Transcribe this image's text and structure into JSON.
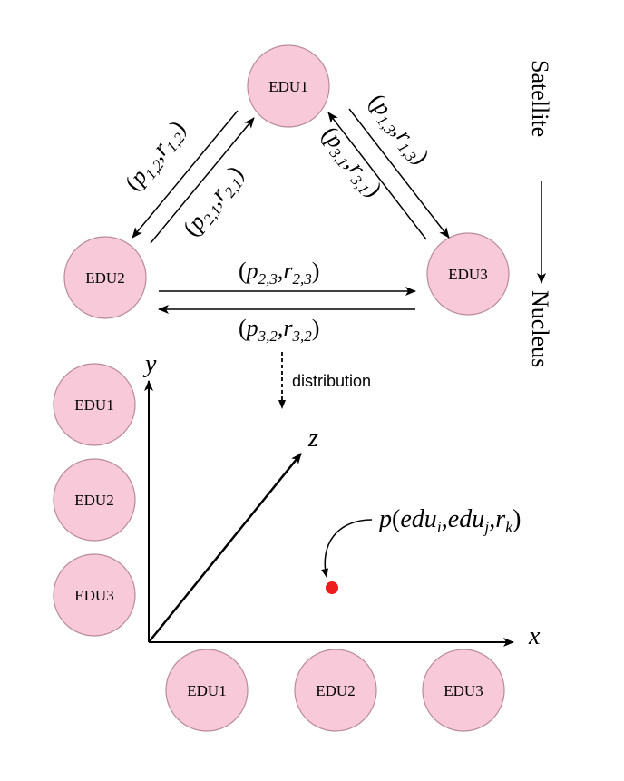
{
  "colors": {
    "node_fill": "#f7c9d9",
    "node_stroke": "#b98a9a",
    "point": "#ee1c1c",
    "line": "#000000"
  },
  "graph": {
    "nodes": [
      "EDU1",
      "EDU2",
      "EDU3"
    ],
    "edges": [
      {
        "from": "EDU1",
        "to": "EDU2",
        "label": {
          "p": "1,2",
          "r": "1,2"
        }
      },
      {
        "from": "EDU2",
        "to": "EDU1",
        "label": {
          "p": "2,1",
          "r": "2,1"
        }
      },
      {
        "from": "EDU1",
        "to": "EDU3",
        "label": {
          "p": "1,3",
          "r": "1,3"
        }
      },
      {
        "from": "EDU3",
        "to": "EDU1",
        "label": {
          "p": "3,1",
          "r": "3,1"
        }
      },
      {
        "from": "EDU2",
        "to": "EDU3",
        "label": {
          "p": "2,3",
          "r": "2,3"
        }
      },
      {
        "from": "EDU3",
        "to": "EDU2",
        "label": {
          "p": "3,2",
          "r": "3,2"
        }
      }
    ]
  },
  "side_scale": {
    "top": "Satellite",
    "bottom": "Nucleus"
  },
  "distribution_label": "distribution",
  "axes": {
    "x": "x",
    "y": "y",
    "z": "z",
    "y_nodes": [
      "EDU1",
      "EDU2",
      "EDU3"
    ],
    "x_nodes": [
      "EDU1",
      "EDU2",
      "EDU3"
    ]
  },
  "point": {
    "p": "p",
    "args": [
      "edu",
      "i",
      "edu",
      "j",
      "r",
      "k"
    ]
  }
}
